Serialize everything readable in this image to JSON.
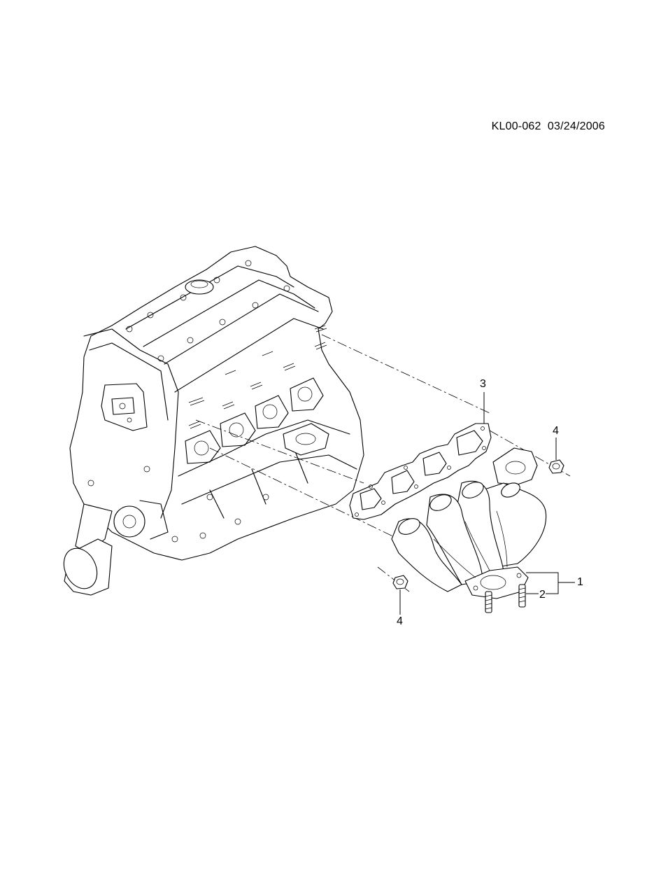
{
  "document": {
    "code": "KL00-062",
    "date": "03/24/2006"
  },
  "callouts": {
    "c1": "1",
    "c2": "2",
    "c3": "3",
    "c4_top": "4",
    "c4_bottom": "4"
  }
}
